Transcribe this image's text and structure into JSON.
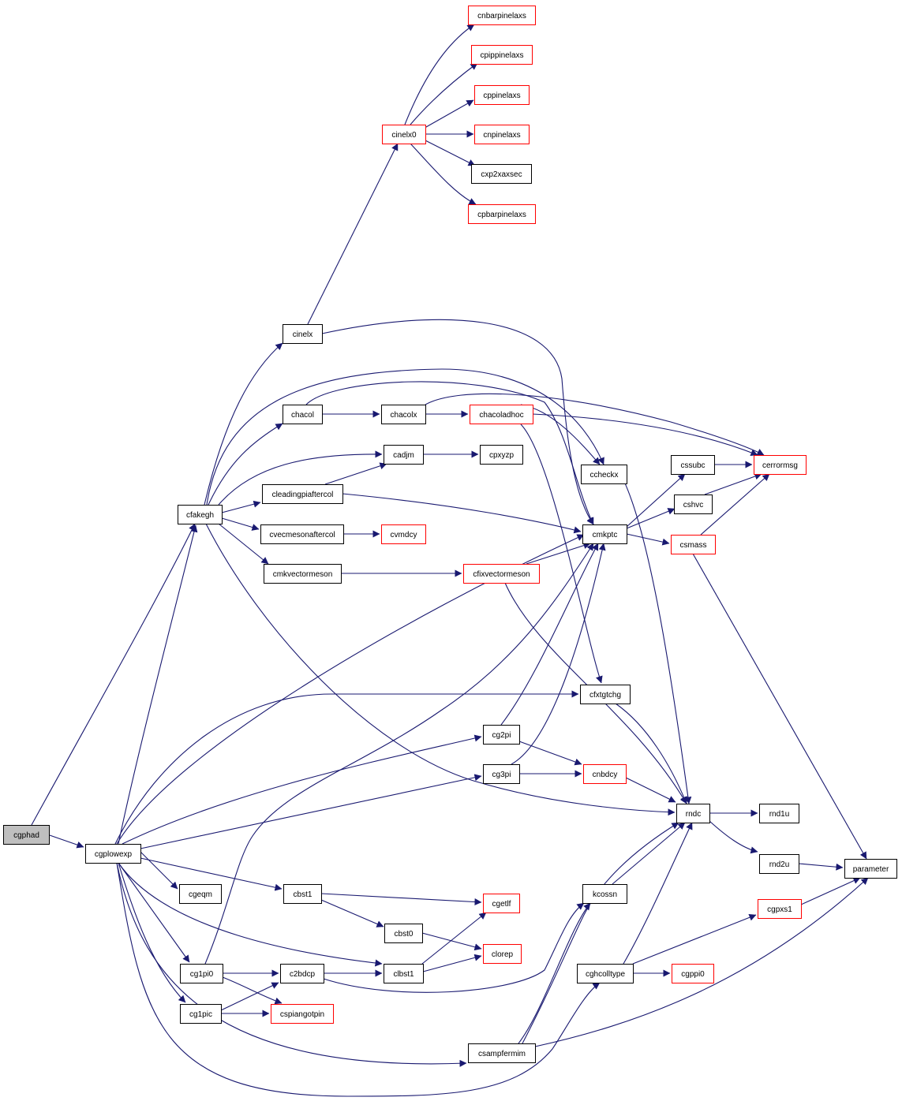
{
  "colors": {
    "edge": "#191970",
    "root_fill": "#bfbfbf",
    "normal_border": "#000000",
    "external_border": "#ff0000",
    "node_fill": "#ffffff"
  },
  "nodes": [
    {
      "id": "cgphad",
      "label": "cgphad",
      "style": "root"
    },
    {
      "id": "cgplowexp",
      "label": "cgplowexp",
      "style": "normal"
    },
    {
      "id": "cfakegh",
      "label": "cfakegh",
      "style": "normal"
    },
    {
      "id": "cinelx",
      "label": "cinelx",
      "style": "normal"
    },
    {
      "id": "cinelx0",
      "label": "cinelx0",
      "style": "external"
    },
    {
      "id": "cnbarpinelaxs",
      "label": "cnbarpinelaxs",
      "style": "external"
    },
    {
      "id": "cpippinelaxs",
      "label": "cpippinelaxs",
      "style": "external"
    },
    {
      "id": "cppinelaxs",
      "label": "cppinelaxs",
      "style": "external"
    },
    {
      "id": "cnpinelaxs",
      "label": "cnpinelaxs",
      "style": "external"
    },
    {
      "id": "cxp2xaxsec",
      "label": "cxp2xaxsec",
      "style": "normal"
    },
    {
      "id": "cpbarpinelaxs",
      "label": "cpbarpinelaxs",
      "style": "external"
    },
    {
      "id": "chacol",
      "label": "chacol",
      "style": "normal"
    },
    {
      "id": "chacolx",
      "label": "chacolx",
      "style": "normal"
    },
    {
      "id": "chacoladhoc",
      "label": "chacoladhoc",
      "style": "external"
    },
    {
      "id": "cadjm",
      "label": "cadjm",
      "style": "normal"
    },
    {
      "id": "cpxyzp",
      "label": "cpxyzp",
      "style": "normal"
    },
    {
      "id": "cleadingpiaftercol",
      "label": "cleadingpiaftercol",
      "style": "normal"
    },
    {
      "id": "cvecmesonaftercol",
      "label": "cvecmesonaftercol",
      "style": "normal"
    },
    {
      "id": "cvmdcy",
      "label": "cvmdcy",
      "style": "external"
    },
    {
      "id": "cmkvectormeson",
      "label": "cmkvectormeson",
      "style": "normal"
    },
    {
      "id": "cfixvectormeson",
      "label": "cfixvectormeson",
      "style": "external"
    },
    {
      "id": "ccheckx",
      "label": "ccheckx",
      "style": "normal"
    },
    {
      "id": "cssubc",
      "label": "cssubc",
      "style": "normal"
    },
    {
      "id": "cerrormsg",
      "label": "cerrormsg",
      "style": "external"
    },
    {
      "id": "cshvc",
      "label": "cshvc",
      "style": "normal"
    },
    {
      "id": "cmkptc",
      "label": "cmkptc",
      "style": "normal"
    },
    {
      "id": "csmass",
      "label": "csmass",
      "style": "external"
    },
    {
      "id": "cfxtgtchg",
      "label": "cfxtgtchg",
      "style": "normal"
    },
    {
      "id": "cg2pi",
      "label": "cg2pi",
      "style": "normal"
    },
    {
      "id": "cg3pi",
      "label": "cg3pi",
      "style": "normal"
    },
    {
      "id": "cnbdcy",
      "label": "cnbdcy",
      "style": "external"
    },
    {
      "id": "rndc",
      "label": "rndc",
      "style": "normal"
    },
    {
      "id": "rnd1u",
      "label": "rnd1u",
      "style": "normal"
    },
    {
      "id": "rnd2u",
      "label": "rnd2u",
      "style": "normal"
    },
    {
      "id": "parameter",
      "label": "parameter",
      "style": "normal"
    },
    {
      "id": "cgeqm",
      "label": "cgeqm",
      "style": "normal"
    },
    {
      "id": "cbst1",
      "label": "cbst1",
      "style": "normal"
    },
    {
      "id": "cgetlf",
      "label": "cgetlf",
      "style": "external"
    },
    {
      "id": "cbst0",
      "label": "cbst0",
      "style": "normal"
    },
    {
      "id": "clorep",
      "label": "clorep",
      "style": "external"
    },
    {
      "id": "clbst1",
      "label": "clbst1",
      "style": "normal"
    },
    {
      "id": "kcossn",
      "label": "kcossn",
      "style": "normal"
    },
    {
      "id": "cgpxs1",
      "label": "cgpxs1",
      "style": "external"
    },
    {
      "id": "cghcolltype",
      "label": "cghcolltype",
      "style": "normal"
    },
    {
      "id": "cgppi0",
      "label": "cgppi0",
      "style": "external"
    },
    {
      "id": "cg1pi0",
      "label": "cg1pi0",
      "style": "normal"
    },
    {
      "id": "c2bdcp",
      "label": "c2bdcp",
      "style": "normal"
    },
    {
      "id": "cg1pic",
      "label": "cg1pic",
      "style": "normal"
    },
    {
      "id": "cspiangotpin",
      "label": "cspiangotpin",
      "style": "external"
    },
    {
      "id": "csampfermim",
      "label": "csampfermim",
      "style": "normal"
    }
  ]
}
